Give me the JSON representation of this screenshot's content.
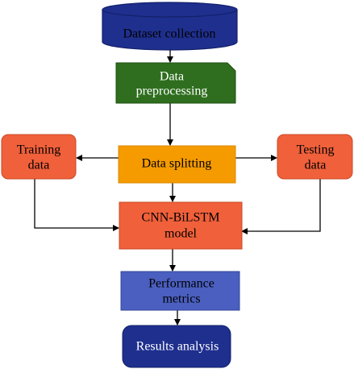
{
  "diagram": {
    "nodes": {
      "dataset_collection": {
        "label": "Dataset collection",
        "fill": "#1f2f8e",
        "text_color": "#000000"
      },
      "data_preprocessing": {
        "line1": "Data",
        "line2": "preprocessing",
        "fill": "#2e6e1e",
        "text_color": "#ffffff"
      },
      "data_splitting": {
        "label": "Data splitting",
        "fill": "#f59b00",
        "text_color": "#000000"
      },
      "training_data": {
        "line1": "Training",
        "line2": "data",
        "fill": "#f0603a",
        "text_color": "#000000"
      },
      "testing_data": {
        "line1": "Testing",
        "line2": "data",
        "fill": "#f0603a",
        "text_color": "#000000"
      },
      "cnn_bilstm_model": {
        "line1": "CNN-BiLSTM",
        "line2": "model",
        "fill": "#f0603a",
        "text_color": "#000000"
      },
      "performance_metrics": {
        "line1": "Performance",
        "line2": "metrics",
        "fill": "#4a5fbf",
        "text_color": "#000000"
      },
      "results_analysis": {
        "label": "Results analysis",
        "fill": "#1f2f8e",
        "text_color": "#ffffff"
      }
    },
    "edges": [
      {
        "from": "Dataset collection",
        "to": "Data preprocessing"
      },
      {
        "from": "Data preprocessing",
        "to": "Data splitting"
      },
      {
        "from": "Data splitting",
        "to": "Training data"
      },
      {
        "from": "Data splitting",
        "to": "Testing data"
      },
      {
        "from": "Data splitting",
        "to": "CNN-BiLSTM model"
      },
      {
        "from": "Training data",
        "to": "CNN-BiLSTM model"
      },
      {
        "from": "Testing data",
        "to": "CNN-BiLSTM model"
      },
      {
        "from": "CNN-BiLSTM model",
        "to": "Performance metrics"
      },
      {
        "from": "Performance metrics",
        "to": "Results analysis"
      }
    ]
  }
}
